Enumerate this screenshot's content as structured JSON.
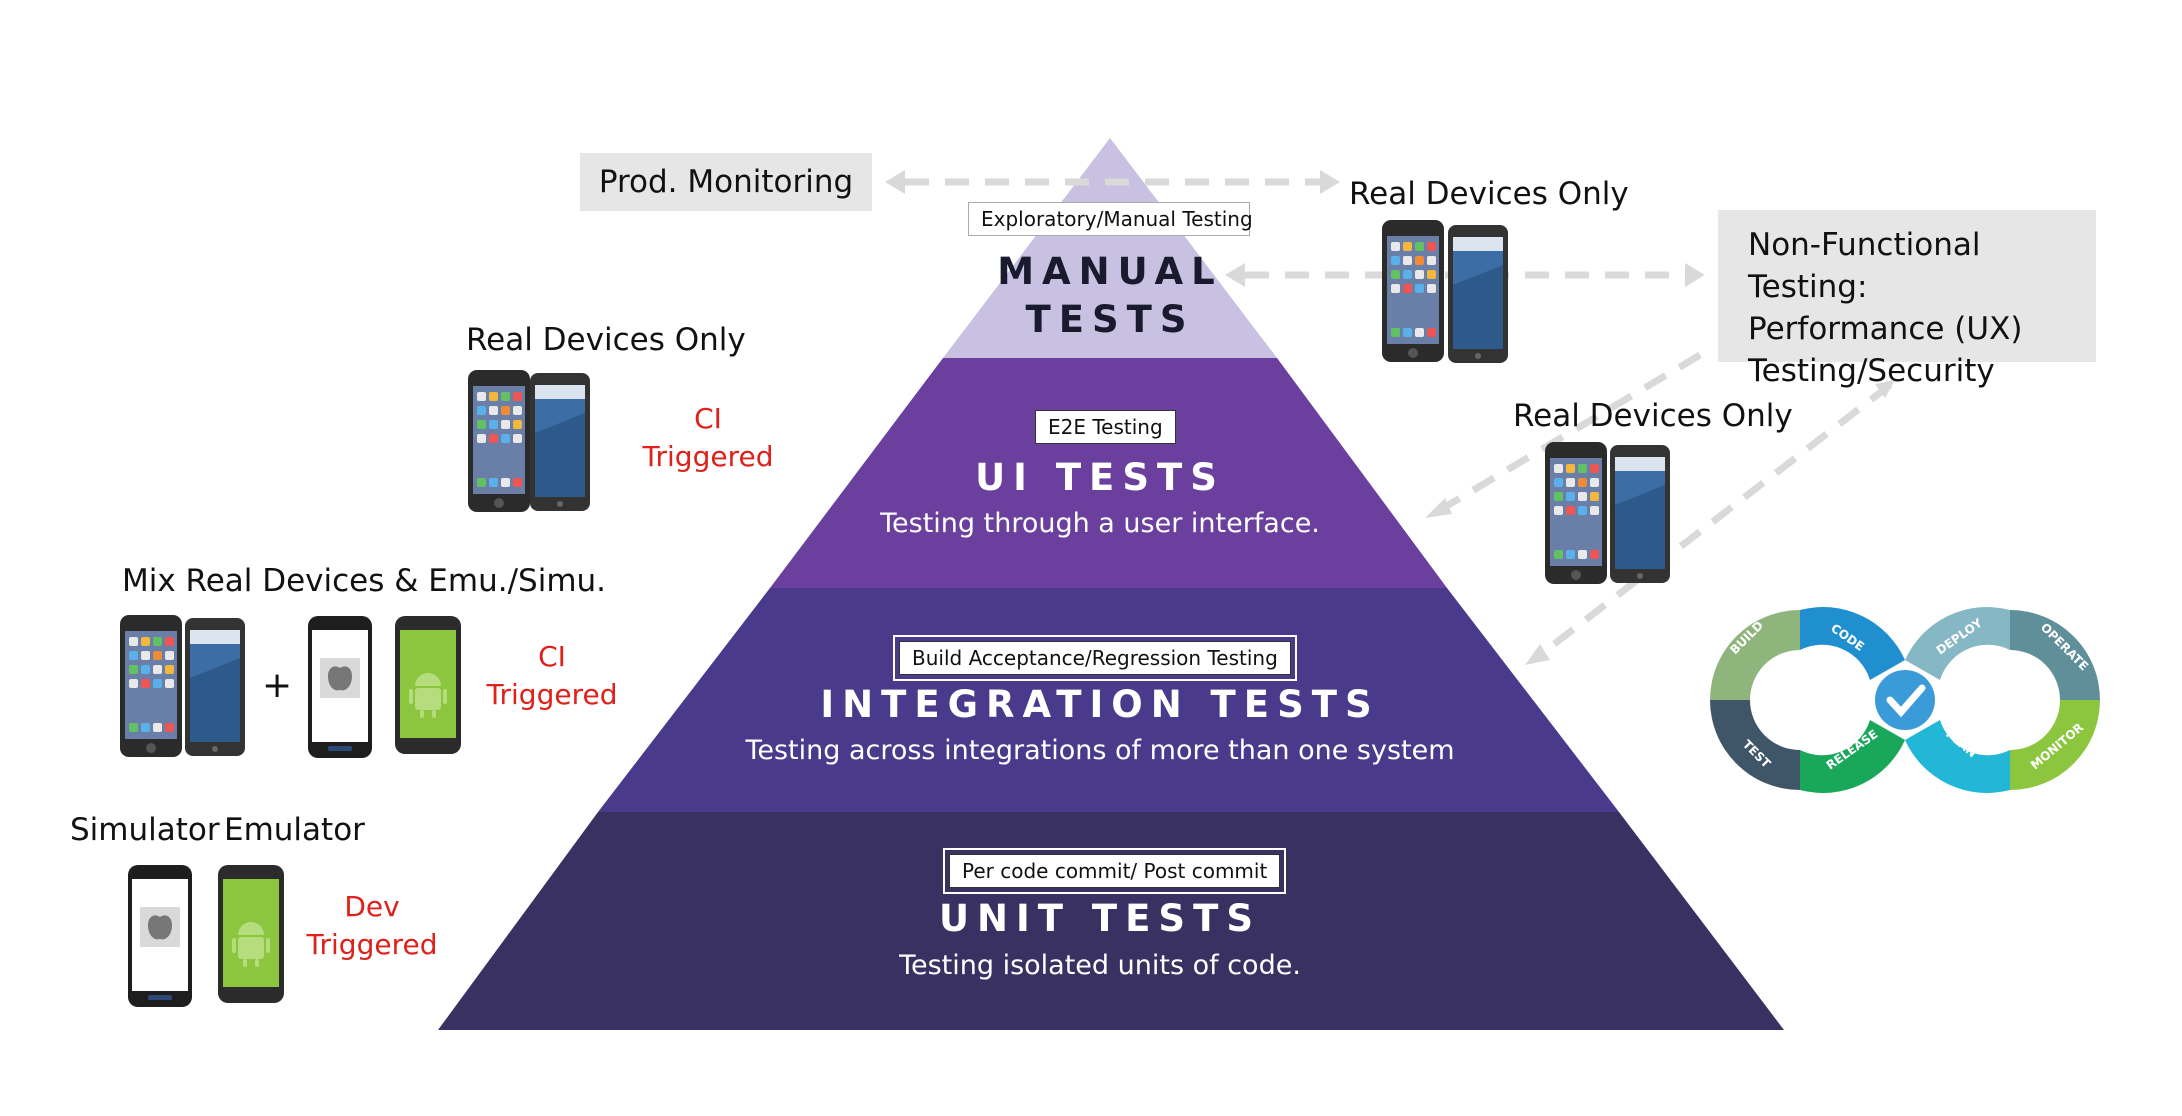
{
  "pyramid": {
    "tiers": [
      {
        "tag": "Exploratory/Manual Testing",
        "title_line1": "MANUAL",
        "title_line2": "TESTS",
        "description": "",
        "color": "#c9c1e2"
      },
      {
        "tag": "E2E Testing",
        "title": "UI TESTS",
        "description": "Testing through a user interface.",
        "color": "#6a3f9e"
      },
      {
        "tag": "Build Acceptance/Regression Testing",
        "title": "INTEGRATION TESTS",
        "description": "Testing across integrations of more than one system",
        "color": "#4a3a8c"
      },
      {
        "tag": "Per code commit/ Post commit",
        "title": "UNIT TESTS",
        "description": "Testing isolated units of code.",
        "color": "#3a3163"
      }
    ]
  },
  "left": {
    "real_devices_label": "Real Devices Only",
    "ci_triggered_1": {
      "line1": "CI",
      "line2": "Triggered"
    },
    "mix_label": "Mix Real Devices & Emu./Simu.",
    "plus": "+",
    "ci_triggered_2": {
      "line1": "CI",
      "line2": "Triggered"
    },
    "simulator_label": "Simulator",
    "emulator_label": "Emulator",
    "dev_triggered": {
      "line1": "Dev",
      "line2": "Triggered"
    }
  },
  "right": {
    "prod_monitoring": "Prod. Monitoring",
    "real_devices_top": "Real Devices Only",
    "non_functional": {
      "line1": "Non-Functional Testing:",
      "line2": "Performance (UX)",
      "line3": "Testing/Security"
    },
    "real_devices_mid": "Real Devices Only"
  },
  "devops_loop": {
    "segments": [
      "BUILD",
      "CODE",
      "DEPLOY",
      "OPERATE",
      "TEST",
      "RELEASE",
      "PLAN",
      "MONITOR"
    ]
  },
  "colors": {
    "annotation_red": "#e0201b",
    "arrow_grey": "#d9d9d9",
    "box_grey": "#e6e6e6"
  }
}
